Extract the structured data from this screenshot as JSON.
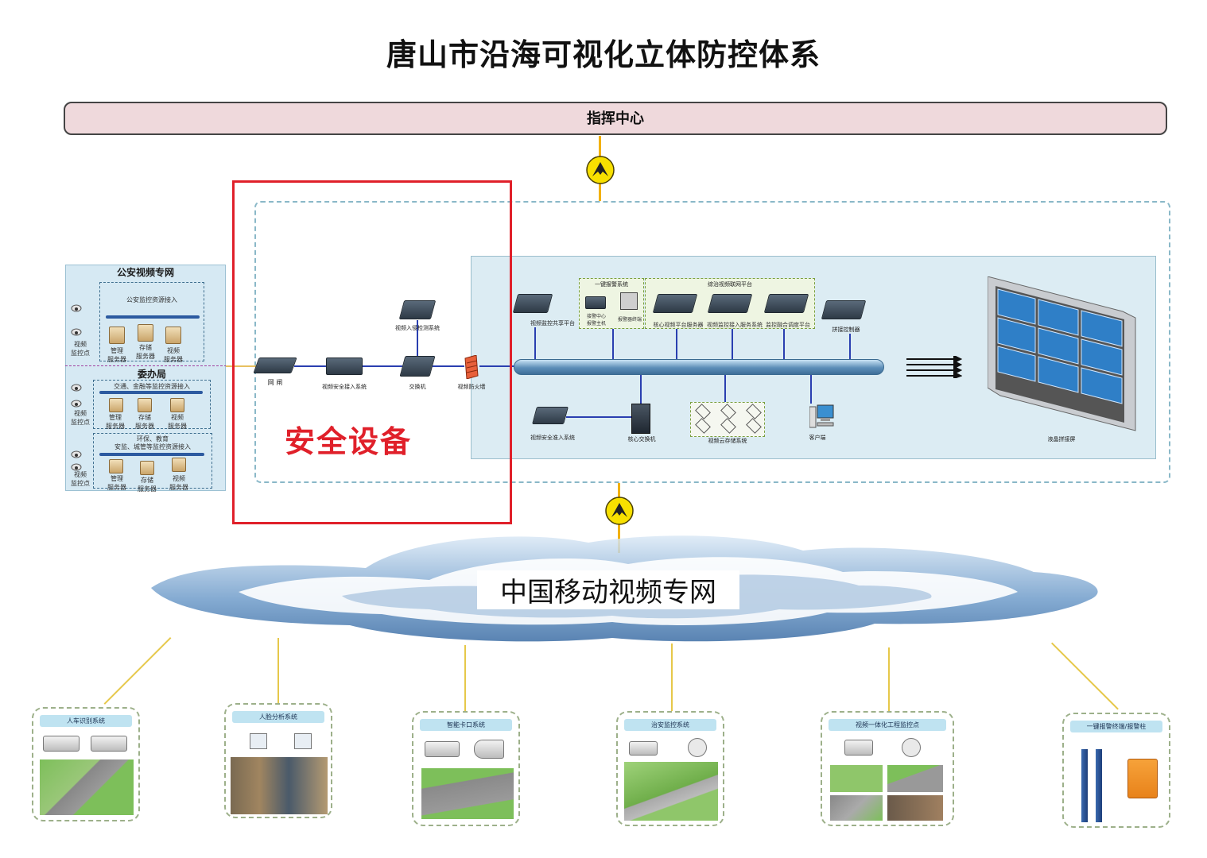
{
  "title": "唐山市沿海可视化立体防控体系",
  "command_center": "指挥中心",
  "security_label": "安全设备",
  "cloud_label": "中国移动视频专网",
  "left_panel": {
    "section1": {
      "title": "公安视频专网",
      "subtitle": "公安监控资源接入",
      "cam_label": "视频\n监控点",
      "servers": [
        "管理\n服务器",
        "存储\n服务器",
        "视频\n服务器"
      ]
    },
    "section2": {
      "title": "委办局",
      "subtitle": "交通、金融等监控资源接入",
      "cam_label": "视频\n监控点",
      "servers": [
        "管理\n服务器",
        "存储\n服务器",
        "视频\n服务器"
      ]
    },
    "section3": {
      "subtitle_line1": "环保、教育",
      "subtitle_line2": "安监、城管等监控资源接入",
      "cam_label": "视频\n监控点",
      "servers": [
        "管理\n服务器",
        "存储\n服务器",
        "视频\n服务器"
      ]
    }
  },
  "devices": {
    "gateway": "网 闸",
    "video_access": "视频安全接入系统",
    "switch": "交换机",
    "intrusion": "视频入侵检测系统",
    "firewall": "视频防火墙",
    "video_share": "视频监控共享平台",
    "alarm_group": "一键报警系统",
    "alarm_sub1": "接警中心\n报警主机",
    "alarm_sub2": "报警器终端",
    "cloud_group": "综治视频联网平台",
    "core_platform": "核心视频平台服务器",
    "monitor_access": "视频监控接入服务系统",
    "monitor_fusion": "监控融合调度平台",
    "decoder": "拼接控制器",
    "video_safe": "视频安全准入系统",
    "core_switch": "核心交换机",
    "cloud_storage": "视频云存储系统",
    "client": "客户端",
    "lcd_wall": "液晶拼接屏"
  },
  "systems": [
    "人车识别系统",
    "人脸分析系统",
    "智能卡口系统",
    "治安监控系统",
    "视频一体化工程监控点",
    "一键报警终端/报警柱"
  ]
}
